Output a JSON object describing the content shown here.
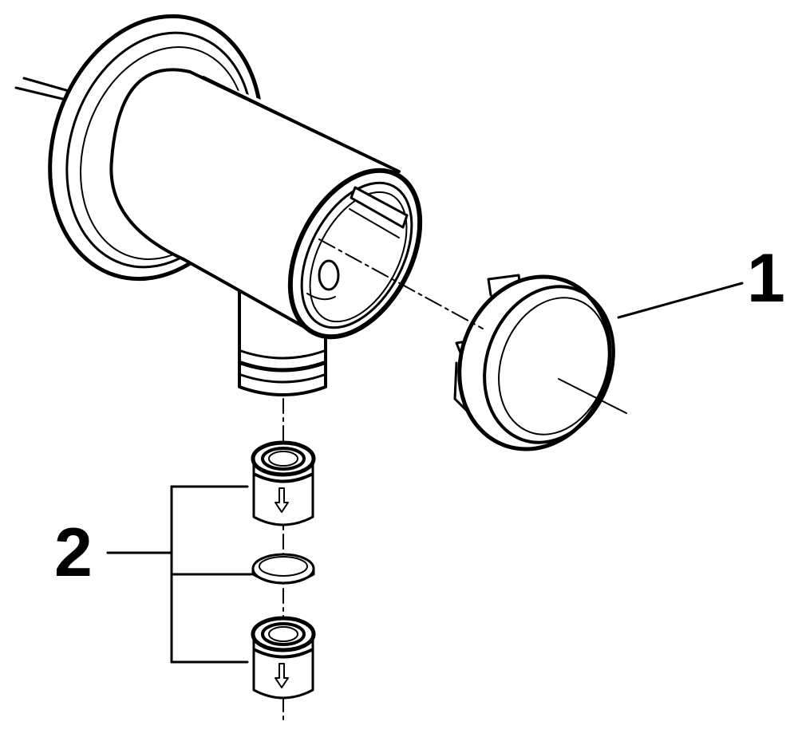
{
  "callouts": [
    {
      "id": "1",
      "label": "1"
    },
    {
      "id": "2",
      "label": "2"
    }
  ],
  "colors": {
    "stroke": "#000000",
    "background": "#ffffff"
  },
  "icons": {
    "flow_arrow": "down-arrow-icon"
  }
}
